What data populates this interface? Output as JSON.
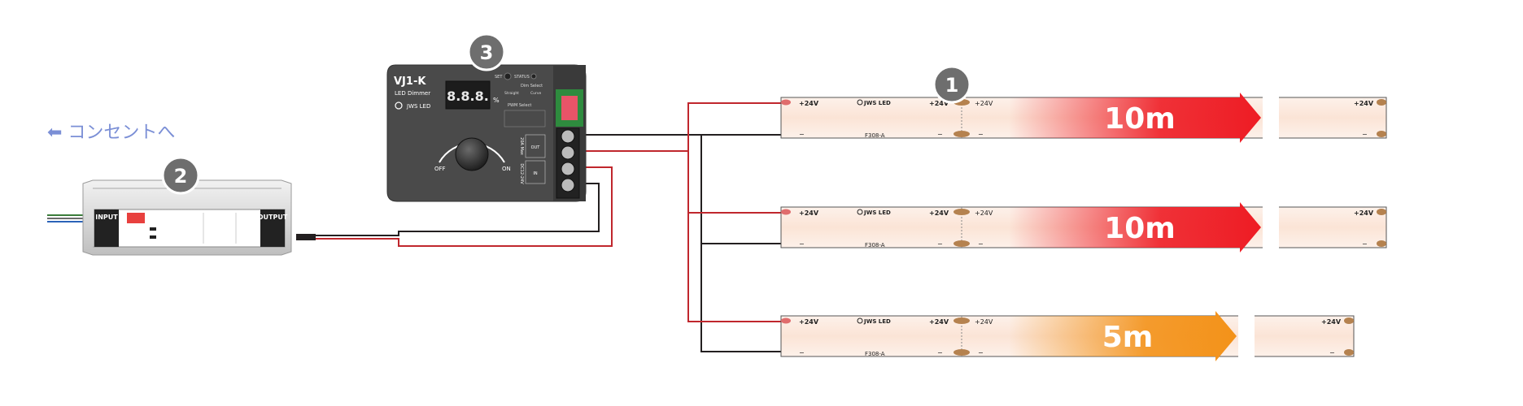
{
  "callouts": {
    "strip": "1",
    "psu": "2",
    "dimmer": "3"
  },
  "outlet_label": "⬅ コンセントへ",
  "psu": {
    "input_label": "INPUT",
    "output_label": "OUTPUT"
  },
  "dimmer": {
    "model": "VJ1-K",
    "subtitle": "LED Dimmer",
    "brand": "JWS LED",
    "display": "8.8.8.",
    "percent": "%",
    "set_label": "SET",
    "status_label": "STATUS",
    "dim_select": "Dim Select",
    "straight": "Straight",
    "curve": "Curve",
    "pwm_select": "PWM Select",
    "off_label": "OFF",
    "on_label": "ON",
    "out_label": "OUT",
    "in_label": "IN",
    "out_rating": "20A Max",
    "in_rating": "DC12-24V"
  },
  "strip_labels": {
    "plus": "+24V",
    "minus": "−",
    "brand": "JWS LED",
    "model": "F308-A"
  },
  "strips": [
    {
      "length": "10m",
      "color": "#ee1c24"
    },
    {
      "length": "10m",
      "color": "#ee1c24"
    },
    {
      "length": "5m",
      "color": "#f39219"
    }
  ],
  "colors": {
    "callout": "#6e6e6e",
    "outlet": "#7b8fd6",
    "wire_red": "#c0272d",
    "wire_black": "#231f20",
    "dimmer_body": "#4a4a4a",
    "terminal_green": "#2e8b3e"
  }
}
